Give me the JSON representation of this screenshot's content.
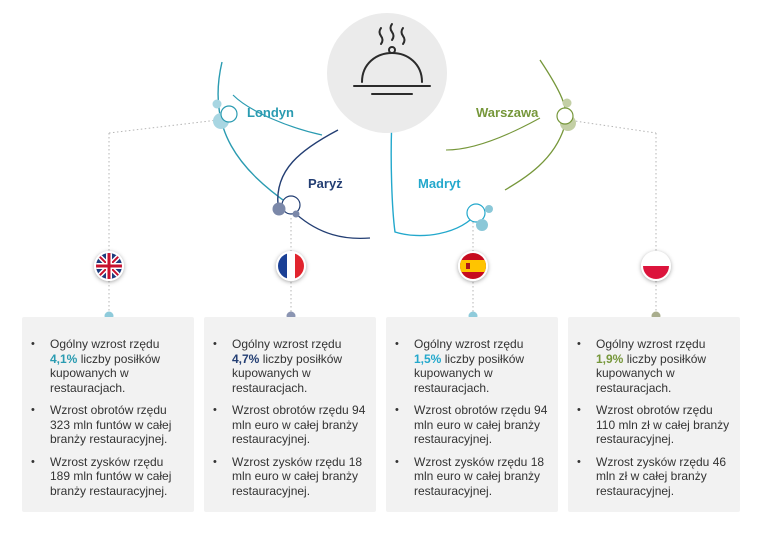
{
  "colors": {
    "teal": "#2a9bb1",
    "navy": "#233e73",
    "cyan": "#23a8cc",
    "green": "#76973a",
    "card_bg": "#f2f2f2",
    "text": "#333333"
  },
  "icons": {
    "center": "serving-cloche-icon"
  },
  "cities": [
    {
      "name": "Londyn",
      "flag": "uk-flag-icon",
      "bullets": [
        {
          "pre": "Ogólny wzrost rzędu ",
          "hl": "4,1%",
          "post": " liczby posiłków kupowanych w restauracjach."
        },
        {
          "pre": "Wzrost obrotów rzędu 323 mln funtów w całej branży restauracyjnej.",
          "hl": "",
          "post": ""
        },
        {
          "pre": "Wzrost zysków rzędu 189 mln funtów w całej branży restauracyjnej.",
          "hl": "",
          "post": ""
        }
      ]
    },
    {
      "name": "Paryż",
      "flag": "france-flag-icon",
      "bullets": [
        {
          "pre": "Ogólny wzrost rzędu ",
          "hl": "4,7%",
          "post": " liczby posiłków kupowanych w restauracjach."
        },
        {
          "pre": "Wzrost obrotów rzędu 94 mln euro w całej branży restauracyjnej.",
          "hl": "",
          "post": ""
        },
        {
          "pre": "Wzrost zysków rzędu 18 mln euro w całej branży restauracyjnej.",
          "hl": "",
          "post": ""
        }
      ]
    },
    {
      "name": "Madryt",
      "flag": "spain-flag-icon",
      "bullets": [
        {
          "pre": "Ogólny wzrost rzędu ",
          "hl": "1,5%",
          "post": " liczby posiłków kupowanych w restauracjach."
        },
        {
          "pre": "Wzrost obrotów rzędu 94 mln euro w całej branży restauracyjnej.",
          "hl": "",
          "post": ""
        },
        {
          "pre": "Wzrost zysków rzędu 18 mln euro w całej branży restauracyjnej.",
          "hl": "",
          "post": ""
        }
      ]
    },
    {
      "name": "Warszawa",
      "flag": "poland-flag-icon",
      "bullets": [
        {
          "pre": "Ogólny wzrost rzędu ",
          "hl": "1,9%",
          "post": " liczby posiłków kupowanych w restauracjach."
        },
        {
          "pre": "Wzrost obrotów rzędu 110 mln zł w całej branży restauracyjnej.",
          "hl": "",
          "post": ""
        },
        {
          "pre": "Wzrost zysków rzędu 46 mln zł w całej branży restauracyjnej.",
          "hl": "",
          "post": ""
        }
      ]
    }
  ]
}
